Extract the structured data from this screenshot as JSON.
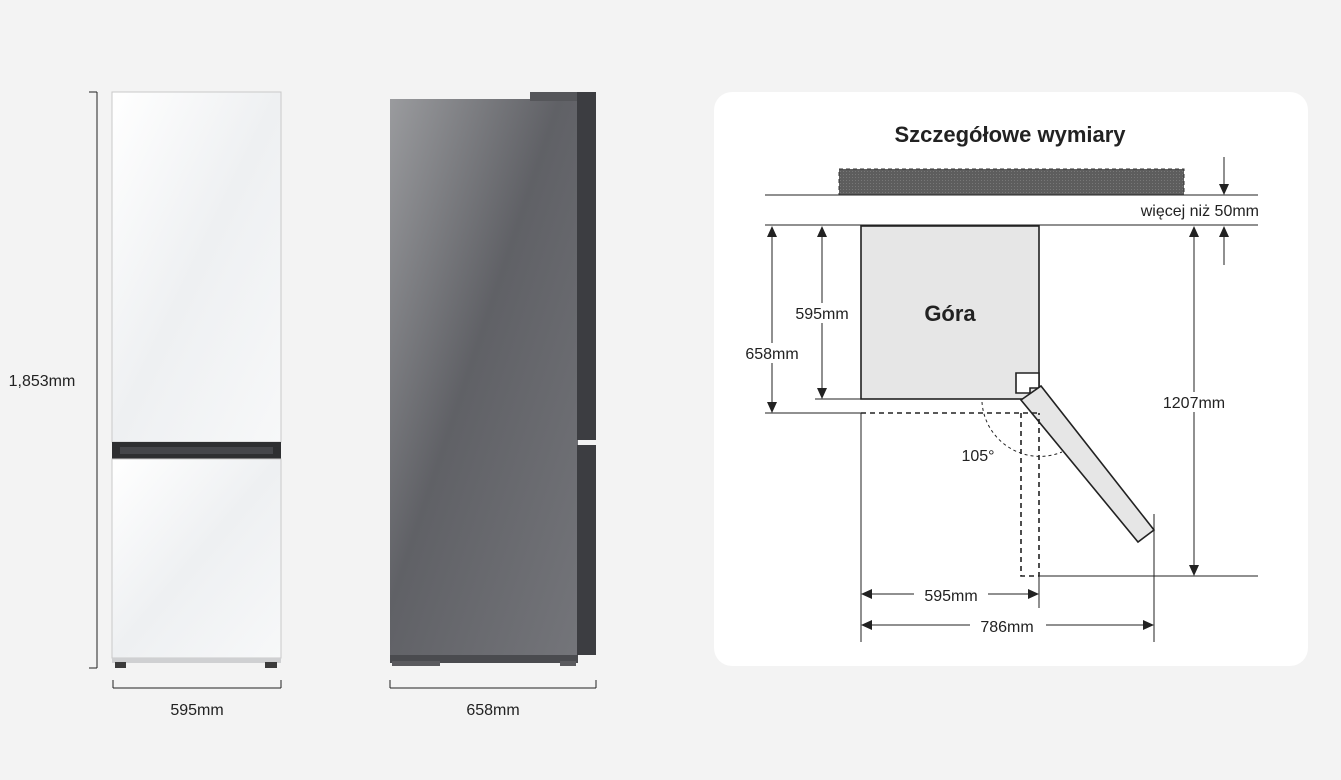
{
  "front_view": {
    "height_label": "1,853mm",
    "width_label": "595mm"
  },
  "side_view": {
    "depth_label": "658mm"
  },
  "detail_panel": {
    "title": "Szczegółowe wymiary",
    "clearance_label": "więcej niż 50mm",
    "top_label": "Góra",
    "depth_body_label": "595mm",
    "depth_total_label": "658mm",
    "angle_label": "105°",
    "door_open_depth_label": "1207mm",
    "width_label": "595mm",
    "door_open_width_label": "786mm"
  },
  "colors": {
    "background": "#f3f3f3",
    "panel": "#ffffff",
    "fridge_front": "#f4f5f6",
    "fridge_side": "#6f7074",
    "top_fill": "#e6e6e6",
    "wall": "#5a5a5a"
  }
}
